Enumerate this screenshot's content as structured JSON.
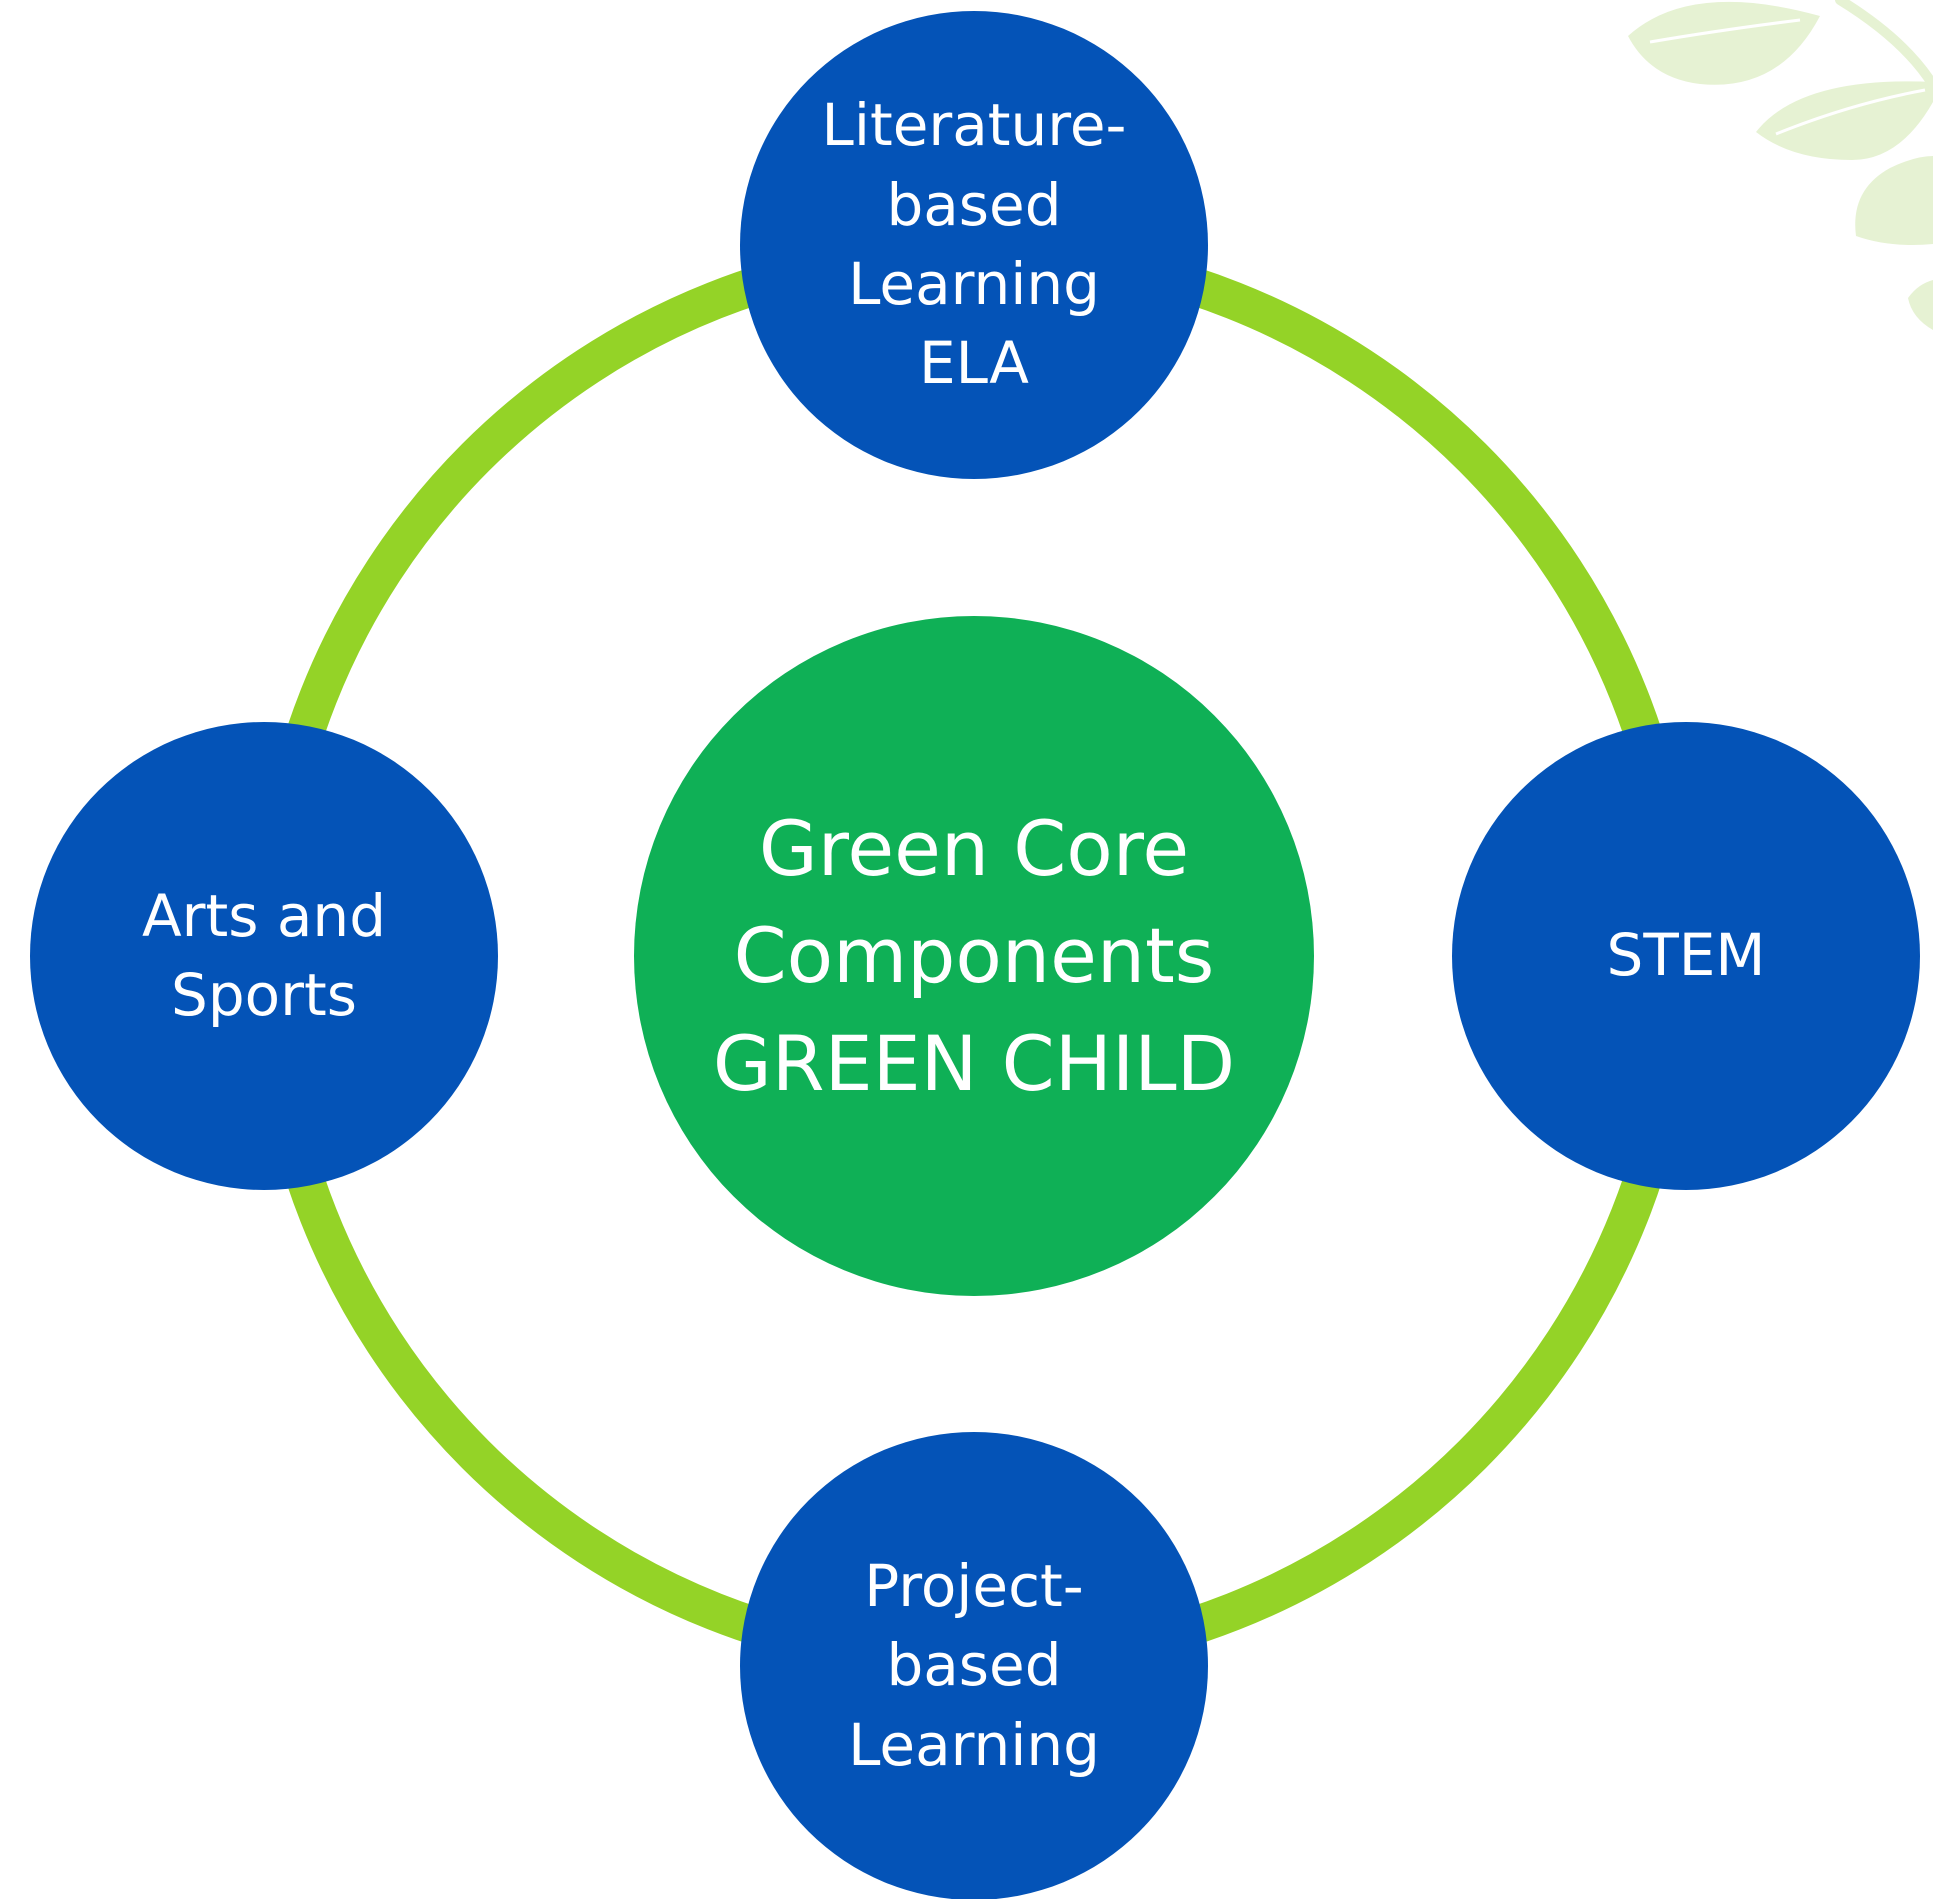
{
  "colors": {
    "ring": "#94d327",
    "outer_node": "#0453b7",
    "center_node": "#0fb056",
    "label_text": "#ffffff",
    "leaf": "#e6f2d3",
    "leaf_vein": "#ffffff"
  },
  "decoration": {
    "icon": "leaf-branch-icon"
  },
  "center": {
    "label": "Green Core\nComponents\nGREEN CHILD"
  },
  "nodes": {
    "top": {
      "label": "Literature-\nbased\nLearning\nELA"
    },
    "right": {
      "label": "STEM"
    },
    "bottom": {
      "label": "Project-\nbased\nLearning"
    },
    "left": {
      "label": "Arts and\nSports"
    }
  }
}
